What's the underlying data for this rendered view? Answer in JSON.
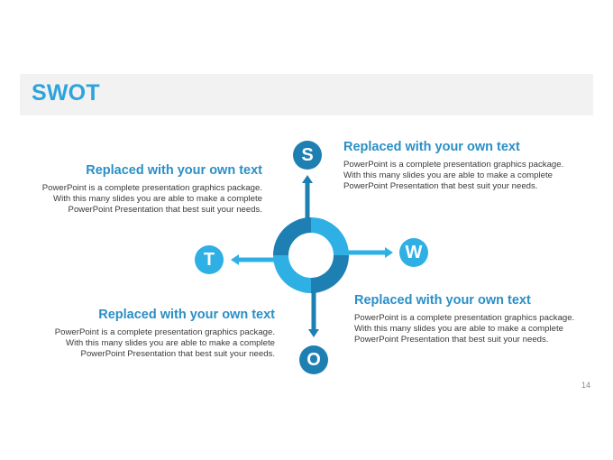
{
  "slide": {
    "title": "SWOT",
    "page_number": "14"
  },
  "swot": {
    "s": {
      "letter": "S",
      "heading": "Replaced with your own text",
      "body": "PowerPoint is a complete presentation graphics package. With this many slides you are able to make a complete PowerPoint Presentation that best suit your needs."
    },
    "w": {
      "letter": "W",
      "heading": "Replaced with your own text",
      "body": "PowerPoint is a complete presentation graphics package. With this many slides you are able to make a complete PowerPoint Presentation that best suit your needs."
    },
    "o": {
      "letter": "O",
      "heading": "Replaced with your own text",
      "body": "PowerPoint is a complete presentation graphics package. With this many slides you are able to make a complete PowerPoint Presentation that best suit your needs."
    },
    "t": {
      "letter": "T",
      "heading": "Replaced with your own text",
      "body": "PowerPoint is a complete presentation graphics package. With this many slides you are able to make a complete PowerPoint Presentation that best suit your needs."
    }
  },
  "colors": {
    "accent_light": "#2eb0e4",
    "accent_dark": "#1e7fb3",
    "title": "#2ea3dc",
    "heading": "#2a8fc6"
  }
}
